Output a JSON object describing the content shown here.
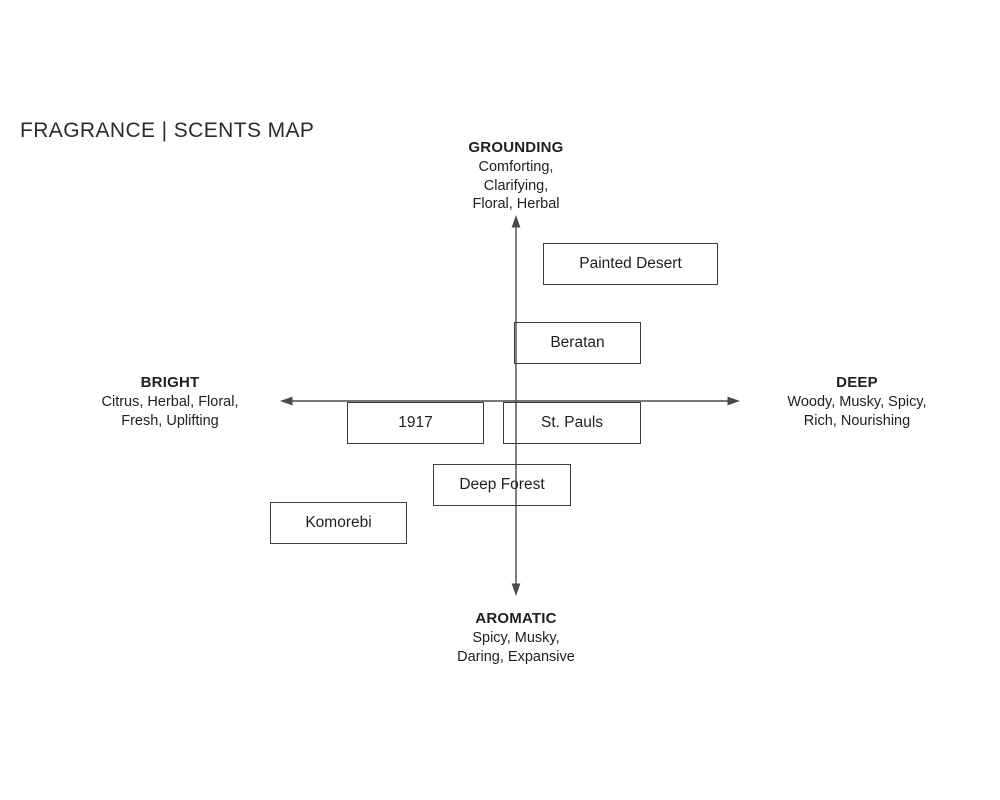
{
  "page": {
    "title": "FRAGRANCE | SCENTS MAP"
  },
  "map": {
    "axes": {
      "top": {
        "name": "GROUNDING",
        "traits": "Comforting,\nClarifying,\nFloral, Herbal"
      },
      "bottom": {
        "name": "AROMATIC",
        "traits": "Spicy, Musky,\nDaring, Expansive"
      },
      "left": {
        "name": "BRIGHT",
        "traits": "Citrus, Herbal, Floral,\nFresh, Uplifting"
      },
      "right": {
        "name": "DEEP",
        "traits": "Woody, Musky, Spicy,\nRich, Nourishing"
      }
    },
    "scents": [
      {
        "label": "Painted Desert"
      },
      {
        "label": "Beratan"
      },
      {
        "label": "1917"
      },
      {
        "label": "St. Pauls"
      },
      {
        "label": "Deep Forest"
      },
      {
        "label": "Komorebi"
      }
    ],
    "colors": {
      "line": "#4a4a4a",
      "box_border": "#3c3c3c",
      "text": "#1f1f1f",
      "background": "#ffffff"
    }
  }
}
